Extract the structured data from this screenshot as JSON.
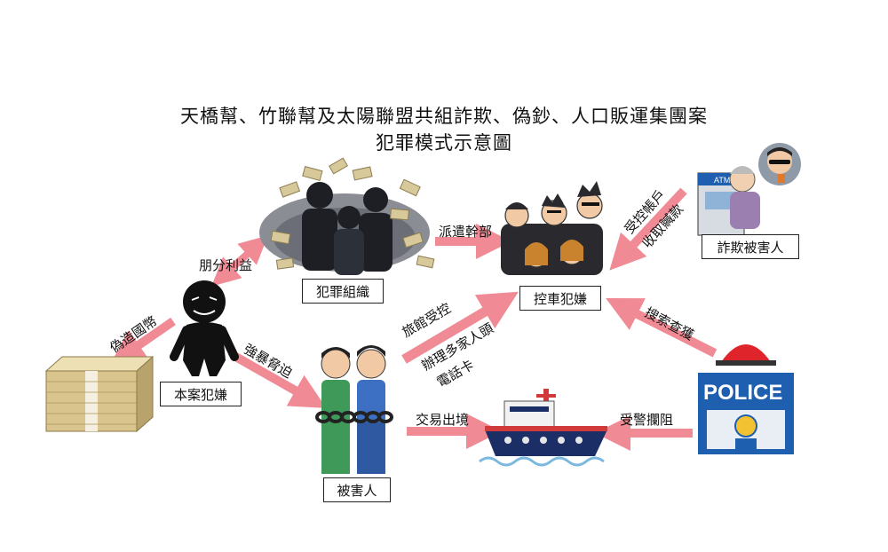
{
  "title": {
    "line1": "天橋幫、竹聯幫及太陽聯盟共組詐欺、偽鈔、人口販運集團案",
    "line2": "犯罪模式示意圖"
  },
  "nodes": {
    "crime_org": "犯罪組織",
    "control_suspects": "控車犯嫌",
    "fraud_victims": "詐欺被害人",
    "suspect": "本案犯嫌",
    "victims": "被害人"
  },
  "arrows": {
    "share_profit": "朋分利益",
    "dispatch": "派遣幹部",
    "control_accounts_1": "受控帳戶",
    "control_accounts_2": "收取贓款",
    "counterfeit": "偽造國幣",
    "coercion": "強暴脅迫",
    "hotel_1": "旅館受控",
    "hotel_2": "辦理多家人頭",
    "hotel_3": "電話卡",
    "search": "搜索查獲",
    "exit": "交易出境",
    "intercept": "受警攔阻"
  },
  "icons": {
    "atm_label": "ATM",
    "police_label": "POLICE"
  },
  "colors": {
    "arrow": "#f08a94",
    "police_blue": "#1f5fb0",
    "siren": "#e0242c",
    "ship_hull": "#1c2e66",
    "ship_red": "#d03a3a"
  }
}
